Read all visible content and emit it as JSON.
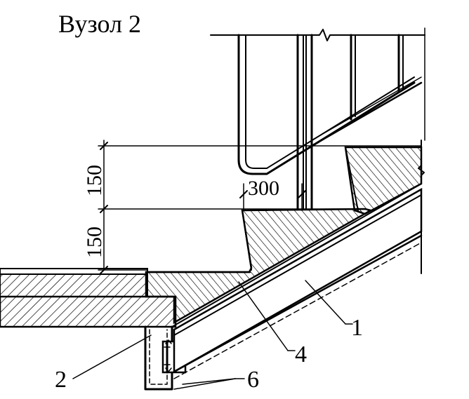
{
  "title": "Вузол 2",
  "dimensions": {
    "riser_upper": "150",
    "riser_lower": "150",
    "tread": "300"
  },
  "callouts": {
    "c1": "1",
    "c2": "2",
    "c4": "4",
    "c6": "6"
  },
  "colors": {
    "ink": "#000000",
    "paper": "#ffffff"
  }
}
